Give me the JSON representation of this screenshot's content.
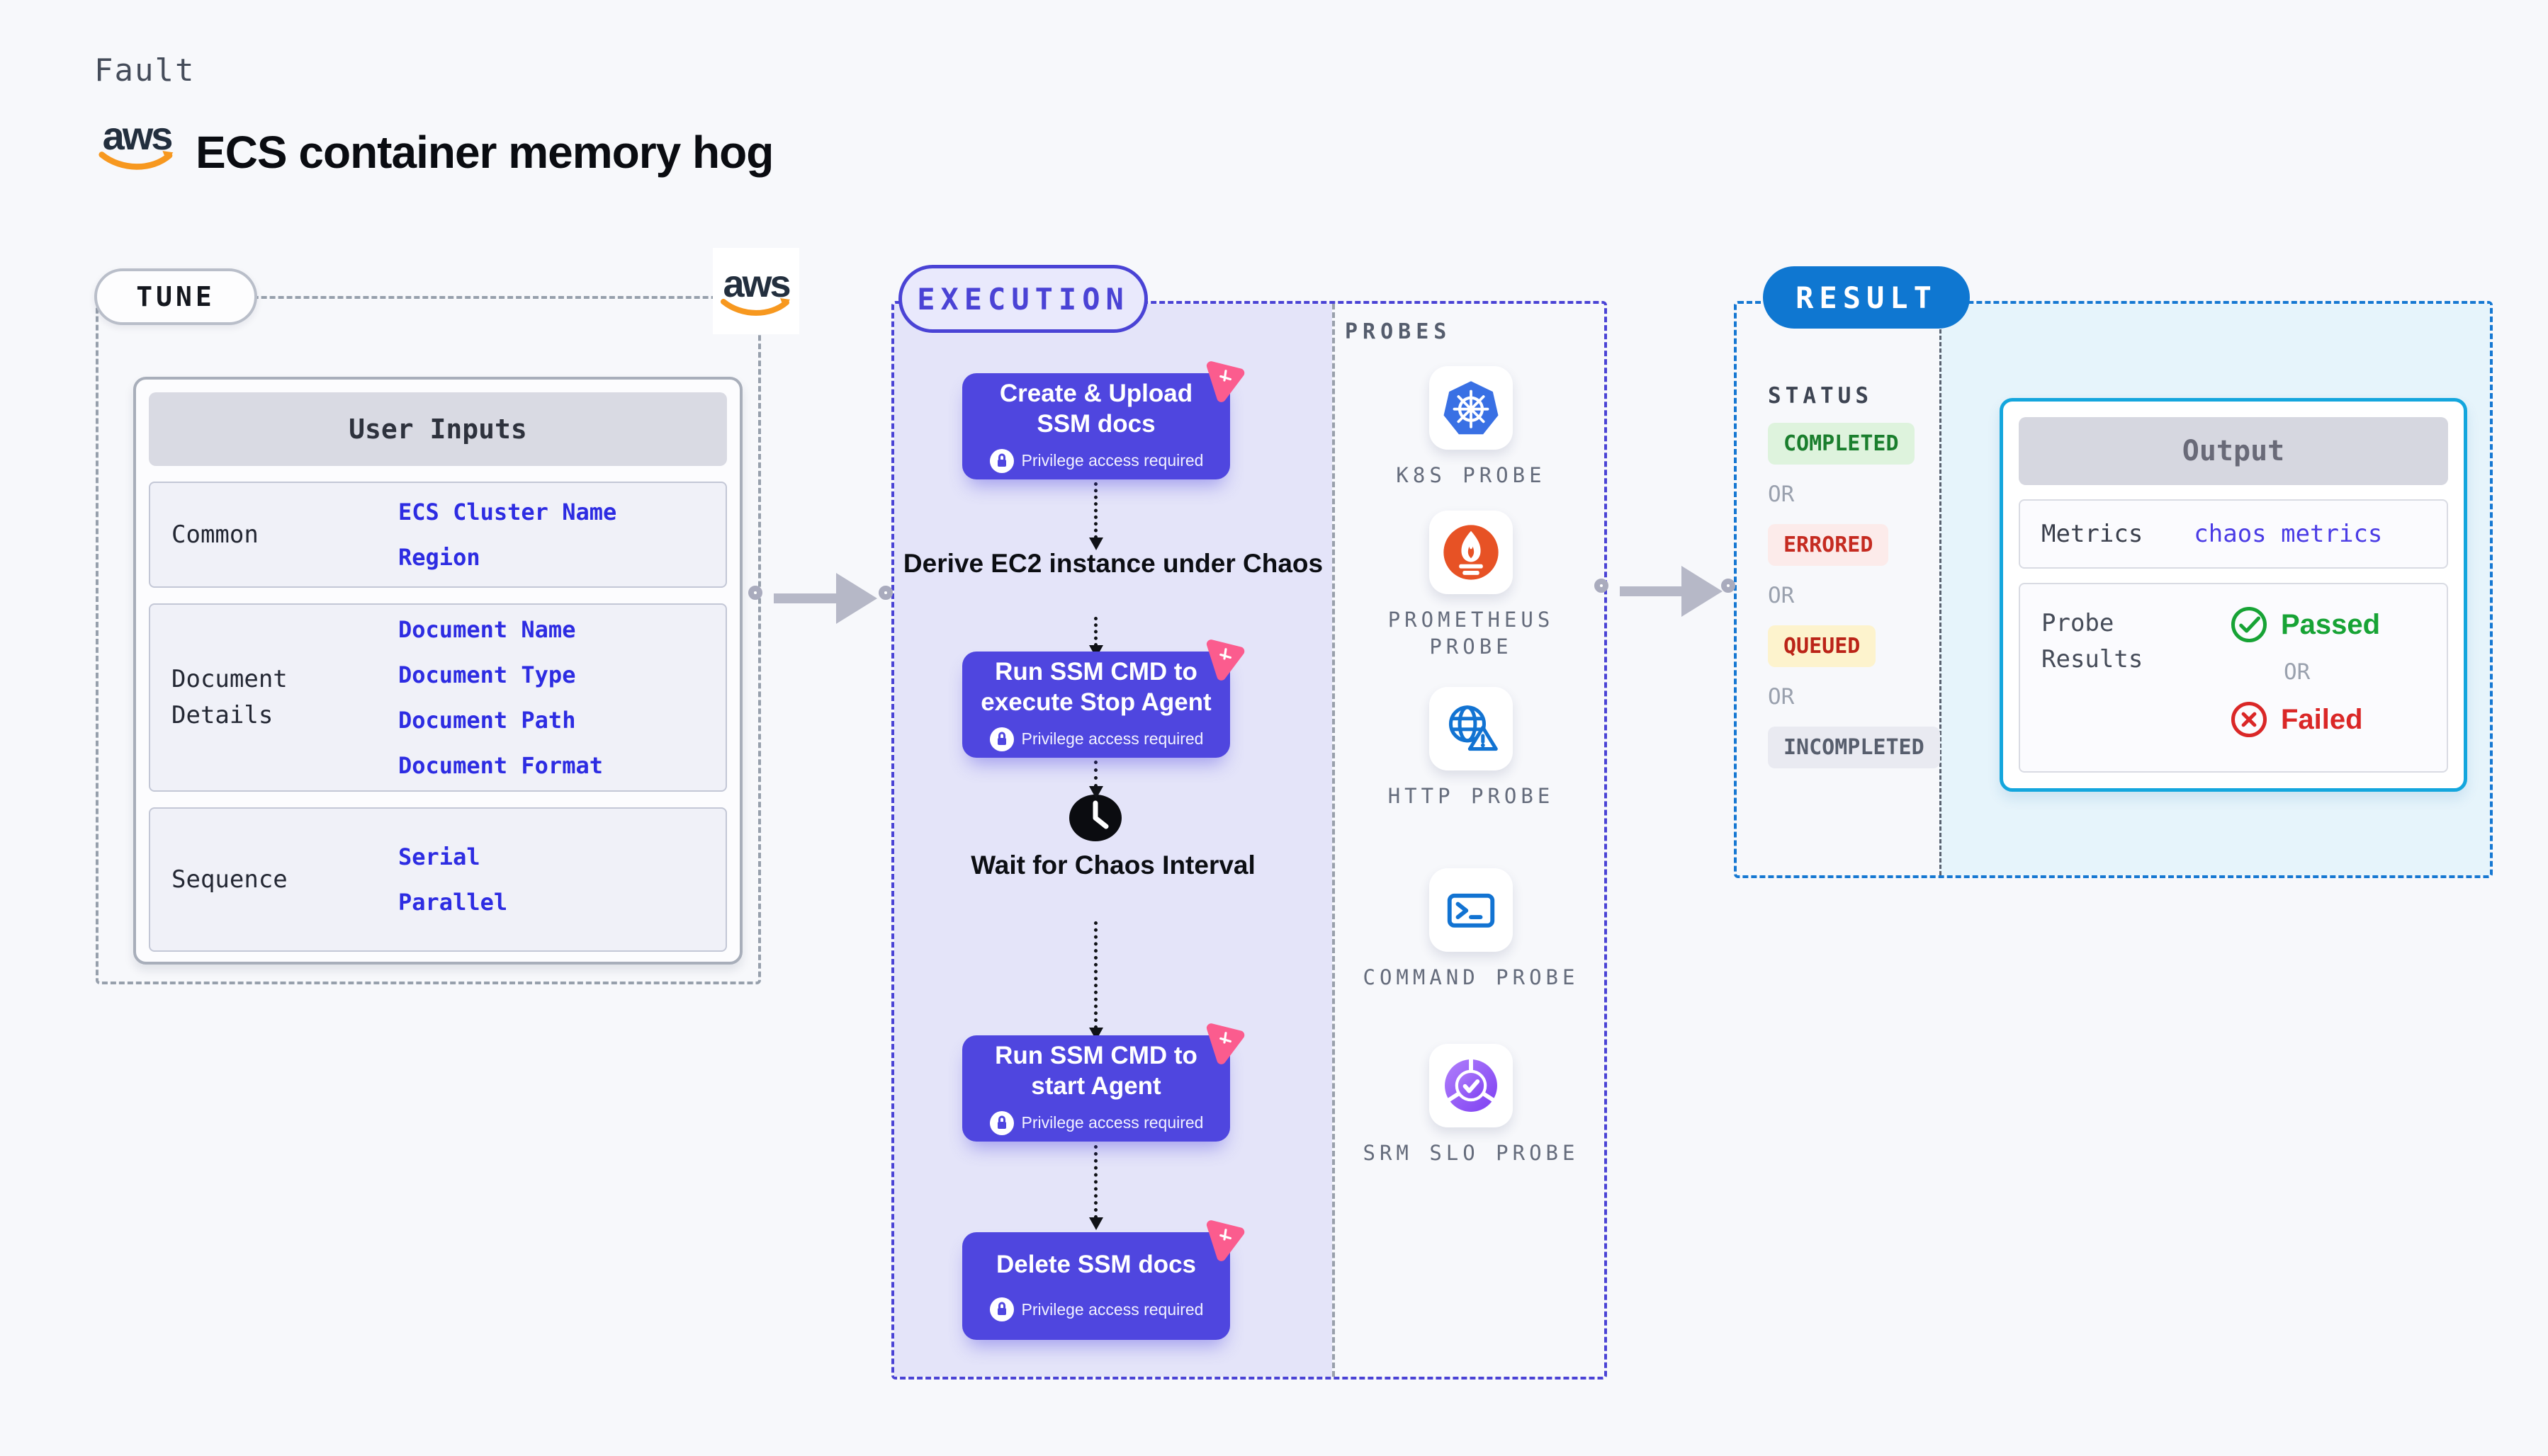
{
  "page": {
    "kicker": "Fault",
    "title": "ECS container memory hog",
    "brand": "aws"
  },
  "tune": {
    "badge": "TUNE",
    "table": {
      "title": "User Inputs",
      "groups": [
        {
          "label": "Common",
          "items": [
            "ECS Cluster Name",
            "Region"
          ]
        },
        {
          "label": "Document Details",
          "items": [
            "Document Name",
            "Document Type",
            "Document Path",
            "Document Format"
          ]
        },
        {
          "label": "Sequence",
          "items": [
            "Serial",
            "Parallel"
          ]
        }
      ]
    }
  },
  "execution": {
    "badge": "EXECUTION",
    "steps": [
      {
        "type": "action",
        "title": "Create & Upload SSM docs",
        "note": "Privilege access required"
      },
      {
        "type": "label",
        "title": "Derive EC2 instance under Chaos"
      },
      {
        "type": "action",
        "title": "Run SSM CMD to execute Stop Agent",
        "note": "Privilege access required"
      },
      {
        "type": "wait",
        "title": "Wait for Chaos Interval"
      },
      {
        "type": "action",
        "title": "Run SSM CMD to start Agent",
        "note": "Privilege access required"
      },
      {
        "type": "action",
        "title": "Delete SSM docs",
        "note": "Privilege access required"
      }
    ],
    "probes": {
      "title": "PROBES",
      "items": [
        {
          "id": "k8s-probe",
          "label": "K8S PROBE"
        },
        {
          "id": "prometheus-probe",
          "label": "PROMETHEUS PROBE"
        },
        {
          "id": "http-probe",
          "label": "HTTP PROBE"
        },
        {
          "id": "command-probe",
          "label": "COMMAND PROBE"
        },
        {
          "id": "srm-slo-probe",
          "label": "SRM SLO PROBE"
        }
      ]
    }
  },
  "result": {
    "badge": "RESULT",
    "status": {
      "heading": "STATUS",
      "separator": "OR",
      "options": [
        "COMPLETED",
        "ERRORED",
        "QUEUED",
        "INCOMPLETED"
      ]
    },
    "output": {
      "title": "Output",
      "metrics_label": "Metrics",
      "metrics_value": "chaos metrics",
      "probe_results_label": "Probe Results",
      "passed_label": "Passed",
      "or_label": "OR",
      "failed_label": "Failed"
    }
  },
  "colors": {
    "accent_indigo": "#4a43d5",
    "step_fill": "#4f46df",
    "pink_badge": "#fb5c8e",
    "result_blue": "#0f77d1",
    "output_border": "#14a6dd",
    "link_blue": "#2d2ce2",
    "passed_green": "#17a335",
    "failed_red": "#da2727",
    "completed_bg": "#def3dd",
    "errored_bg": "#fcebea",
    "queued_bg": "#fdf3cd",
    "incompleted_bg": "#e9eaf1",
    "aws_orange": "#f7981f",
    "k8s_blue": "#3970e4",
    "prometheus_orange": "#e75225",
    "srm_purple": "#7e3ff2"
  }
}
